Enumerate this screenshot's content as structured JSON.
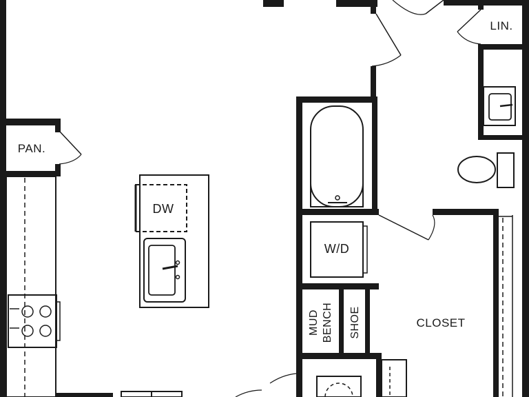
{
  "plan": {
    "labels": {
      "lin": "LIN.",
      "pan": "PAN.",
      "dw": "DW",
      "wd": "W/D",
      "mud": "MUD",
      "bench": "BENCH",
      "shoe": "SHOE",
      "closet": "CLOSET"
    },
    "colors": {
      "wall": "#1a1a1a",
      "background": "#ffffff"
    }
  }
}
